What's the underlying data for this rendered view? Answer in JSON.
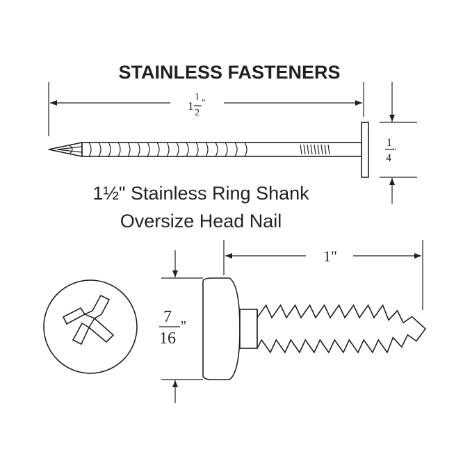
{
  "title": "STAINLESS FASTENERS",
  "nail": {
    "length_whole": "1",
    "length_num": "1",
    "length_den": "2",
    "length_unit": "\"",
    "head_num": "1",
    "head_den": "4",
    "head_unit": "\"",
    "caption_line1": "1½\" Stainless Ring Shank",
    "caption_line2": "Oversize Head Nail"
  },
  "screw": {
    "length": "1\"",
    "head_num": "7",
    "head_den": "16",
    "head_unit": "\""
  },
  "colors": {
    "ink": "#231f20",
    "background": "#ffffff"
  }
}
